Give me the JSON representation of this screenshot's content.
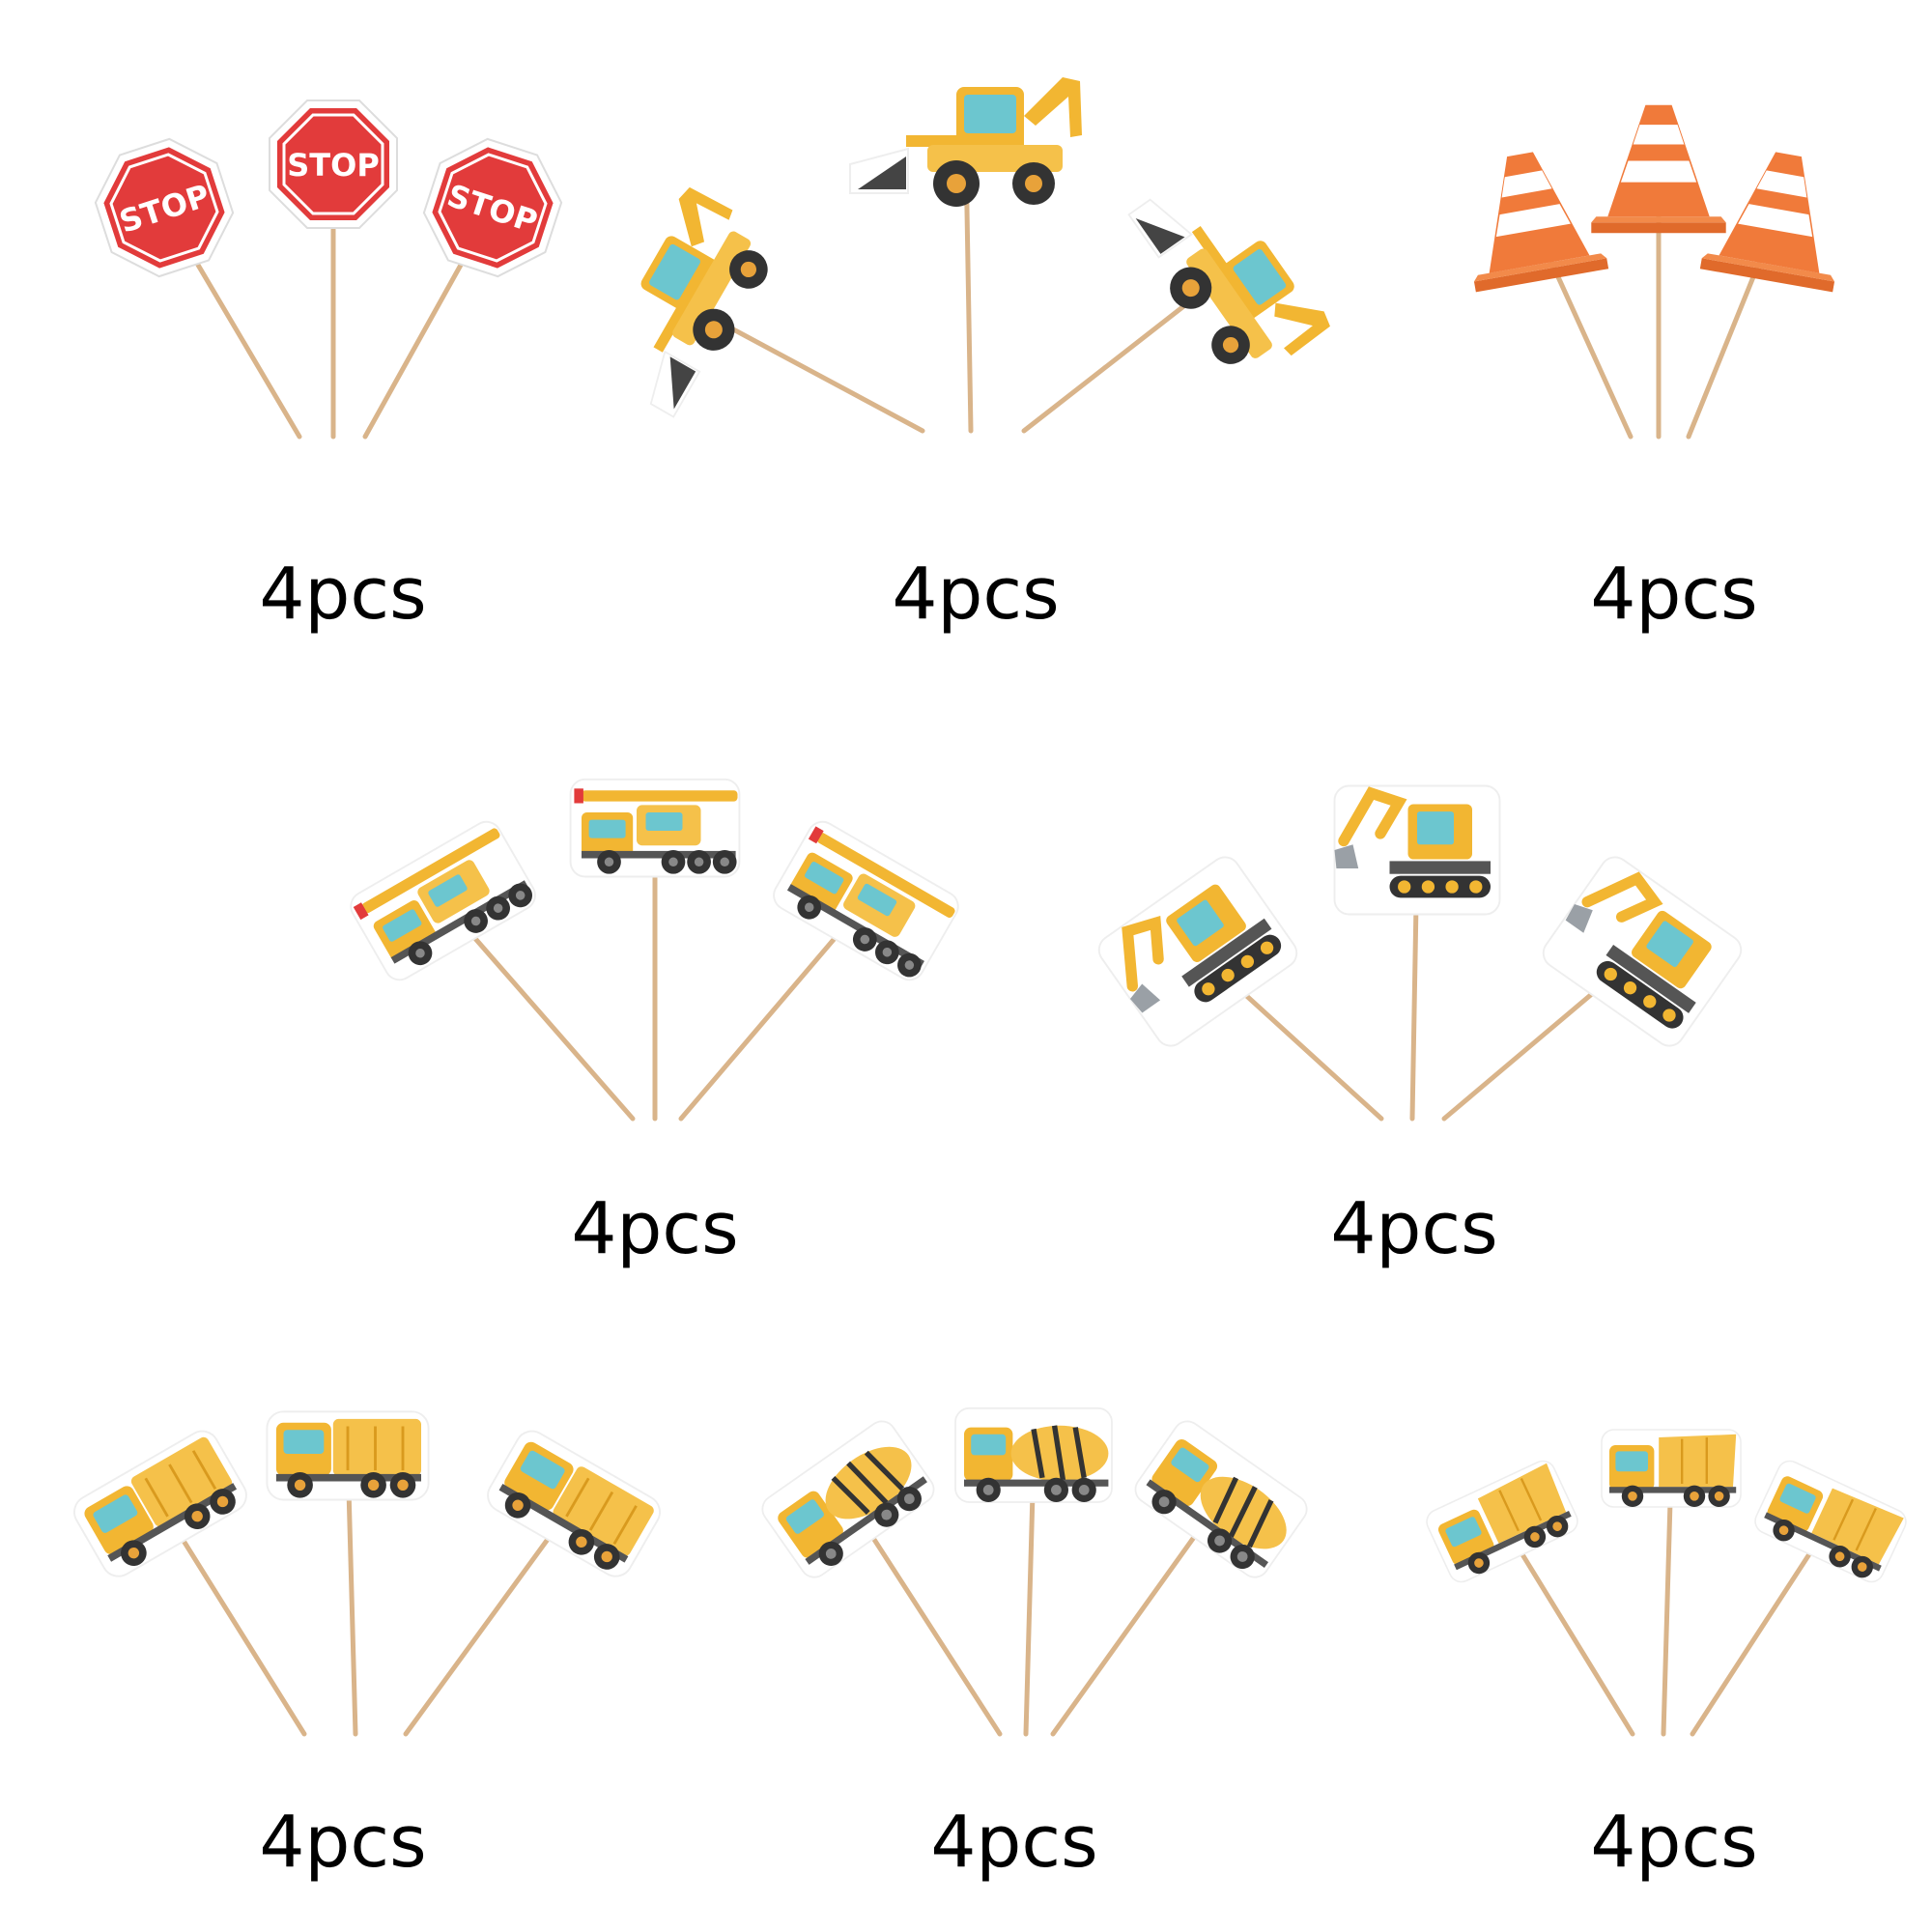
{
  "colors": {
    "stick": "#d9b48a",
    "stop_red": "#e23b3b",
    "stop_text": "#ffffff",
    "cone_orange": "#f07a3a",
    "cone_white": "#ffffff",
    "machine_yellow": "#f2b632",
    "machine_dark": "#333333",
    "window_teal": "#6cc6cf",
    "bucket_grey": "#9aa0a6"
  },
  "stop_sign_text": "STOP",
  "groups": [
    {
      "label": "4pcs",
      "item": "stop-sign-icon"
    },
    {
      "label": "4pcs",
      "item": "backhoe-loader-icon"
    },
    {
      "label": "4pcs",
      "item": "traffic-cone-icon"
    },
    {
      "label": "4pcs",
      "item": "crane-truck-icon"
    },
    {
      "label": "4pcs",
      "item": "excavator-icon"
    },
    {
      "label": "4pcs",
      "item": "garbage-truck-icon"
    },
    {
      "label": "4pcs",
      "item": "cement-mixer-icon"
    },
    {
      "label": "4pcs",
      "item": "dump-truck-icon"
    }
  ]
}
